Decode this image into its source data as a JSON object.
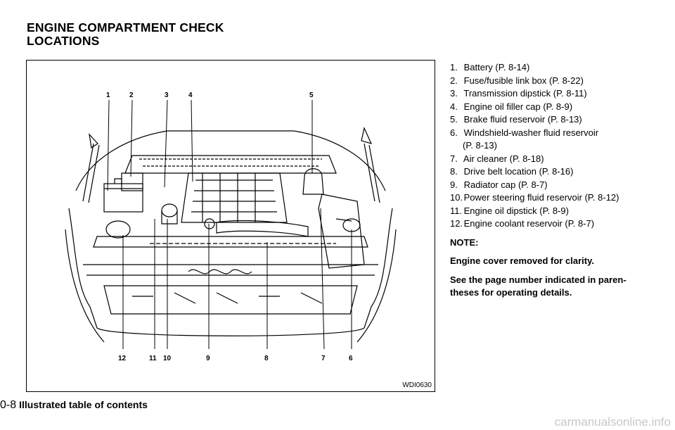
{
  "heading": {
    "line1": "ENGINE COMPARTMENT CHECK",
    "line2": "LOCATIONS"
  },
  "figure": {
    "code": "WDI0630",
    "callouts_top": [
      "1",
      "2",
      "3",
      "4",
      "5"
    ],
    "callouts_bottom": [
      "12",
      "11",
      "10",
      "9",
      "8",
      "7",
      "6"
    ]
  },
  "items": [
    {
      "num": "1.",
      "text": "Battery (P. 8-14)"
    },
    {
      "num": "2.",
      "text": "Fuse/fusible link box (P. 8-22)"
    },
    {
      "num": "3.",
      "text": "Transmission dipstick (P. 8-11)"
    },
    {
      "num": "4.",
      "text": "Engine oil filler cap (P. 8-9)"
    },
    {
      "num": "5.",
      "text": "Brake fluid reservoir (P. 8-13)"
    },
    {
      "num": "6.",
      "text": "Windshield-washer fluid reservoir"
    },
    {
      "num": "",
      "text": "(P. 8-13)"
    },
    {
      "num": "7.",
      "text": "Air cleaner (P. 8-18)"
    },
    {
      "num": "8.",
      "text": "Drive belt location (P. 8-16)"
    },
    {
      "num": "9.",
      "text": "Radiator cap (P. 8-7)"
    },
    {
      "num": "10.",
      "text": "Power steering fluid reservoir (P. 8-12)"
    },
    {
      "num": "11.",
      "text": "Engine oil dipstick (P. 8-9)"
    },
    {
      "num": "12.",
      "text": "Engine coolant reservoir (P. 8-7)"
    }
  ],
  "note": {
    "label": "NOTE:",
    "text": "Engine cover removed for clarity.",
    "see_line1": "See the page number indicated in paren-",
    "see_line2": "theses for operating details."
  },
  "footer": {
    "page": "0-8",
    "section": "Illustrated table of contents"
  },
  "watermark": "carmanualsonline.info"
}
